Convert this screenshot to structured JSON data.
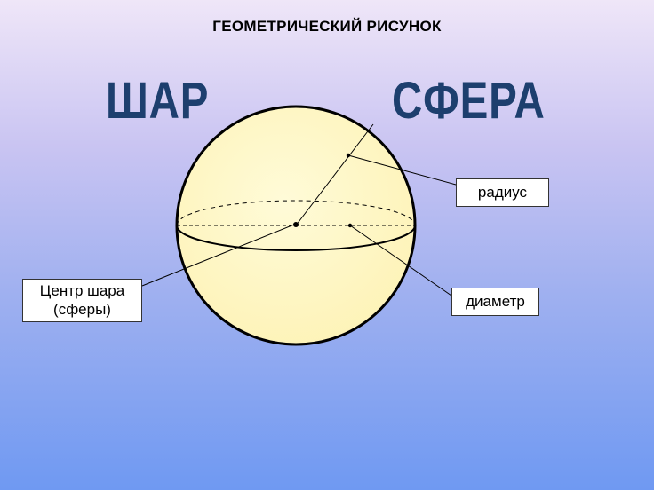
{
  "slide": {
    "title": "ГЕОМЕТРИЧЕСКИЙ РИСУНОК",
    "heading_left": "ШАР",
    "heading_right": "СФЕРА"
  },
  "labels": {
    "radius": "радиус",
    "diameter": "диаметр",
    "center_line1": "Центр шара",
    "center_line2": "(сферы)"
  },
  "colors": {
    "sphere_fill": "#fff8c4",
    "heading": "#1d3f6e",
    "background_top": "#efe6f8",
    "background_bottom": "#6f99f2"
  }
}
